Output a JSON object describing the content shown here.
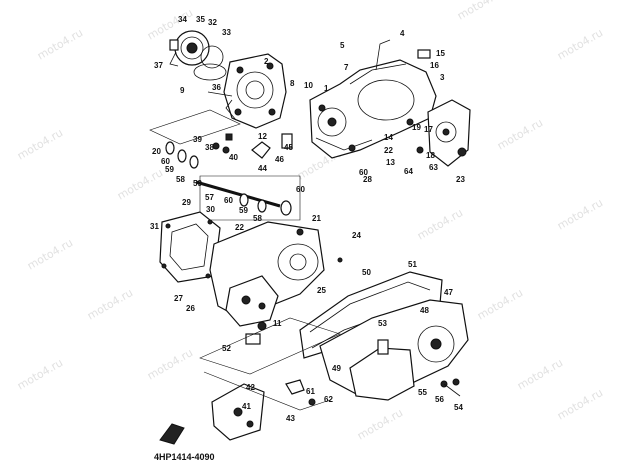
{
  "diagram": {
    "part_code": "4HP1414-4090",
    "watermark": "moto4.ru",
    "callouts": [
      "34",
      "35",
      "32",
      "33",
      "37",
      "36",
      "9",
      "2",
      "8",
      "10",
      "1",
      "5",
      "4",
      "15",
      "7",
      "16",
      "3",
      "12",
      "39",
      "38",
      "40",
      "44",
      "46",
      "45",
      "14",
      "22",
      "13",
      "64",
      "63",
      "18",
      "17",
      "19",
      "23",
      "20",
      "60",
      "59",
      "58",
      "59",
      "60",
      "28",
      "57",
      "60",
      "59",
      "58",
      "60",
      "29",
      "30",
      "22",
      "21",
      "31",
      "24",
      "27",
      "26",
      "11",
      "52",
      "25",
      "50",
      "51",
      "47",
      "53",
      "48",
      "49",
      "55",
      "56",
      "54",
      "42",
      "61",
      "41",
      "62",
      "43"
    ]
  },
  "colors": {
    "ink": "#111111",
    "background": "#ffffff",
    "watermark": "#c9c9c9"
  }
}
